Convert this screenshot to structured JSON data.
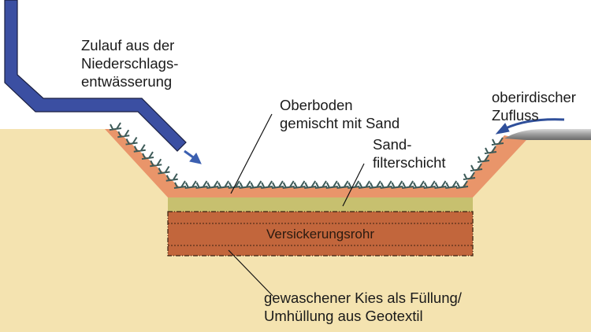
{
  "labels": {
    "inlet": [
      "Zulauf aus der",
      "Niederschlags-",
      "entwässerung"
    ],
    "topsoil": [
      "Oberboden",
      "gemischt mit Sand"
    ],
    "sand_filter": [
      "Sand-",
      "filterschicht"
    ],
    "surface_inflow": [
      "oberirdischer",
      "Zufluss"
    ],
    "pipe": "Versickerungsrohr",
    "gravel": [
      "gewaschener Kies als Füllung/",
      "Umhüllung aus Geotextil"
    ]
  },
  "colors": {
    "ground": "#f4e3b0",
    "topsoil": "#e9956a",
    "sand_filter": "#c7c06f",
    "gravel": "#c2663c",
    "inlet_pipe": "#3b4fa2",
    "grass": "#3d5a58"
  }
}
